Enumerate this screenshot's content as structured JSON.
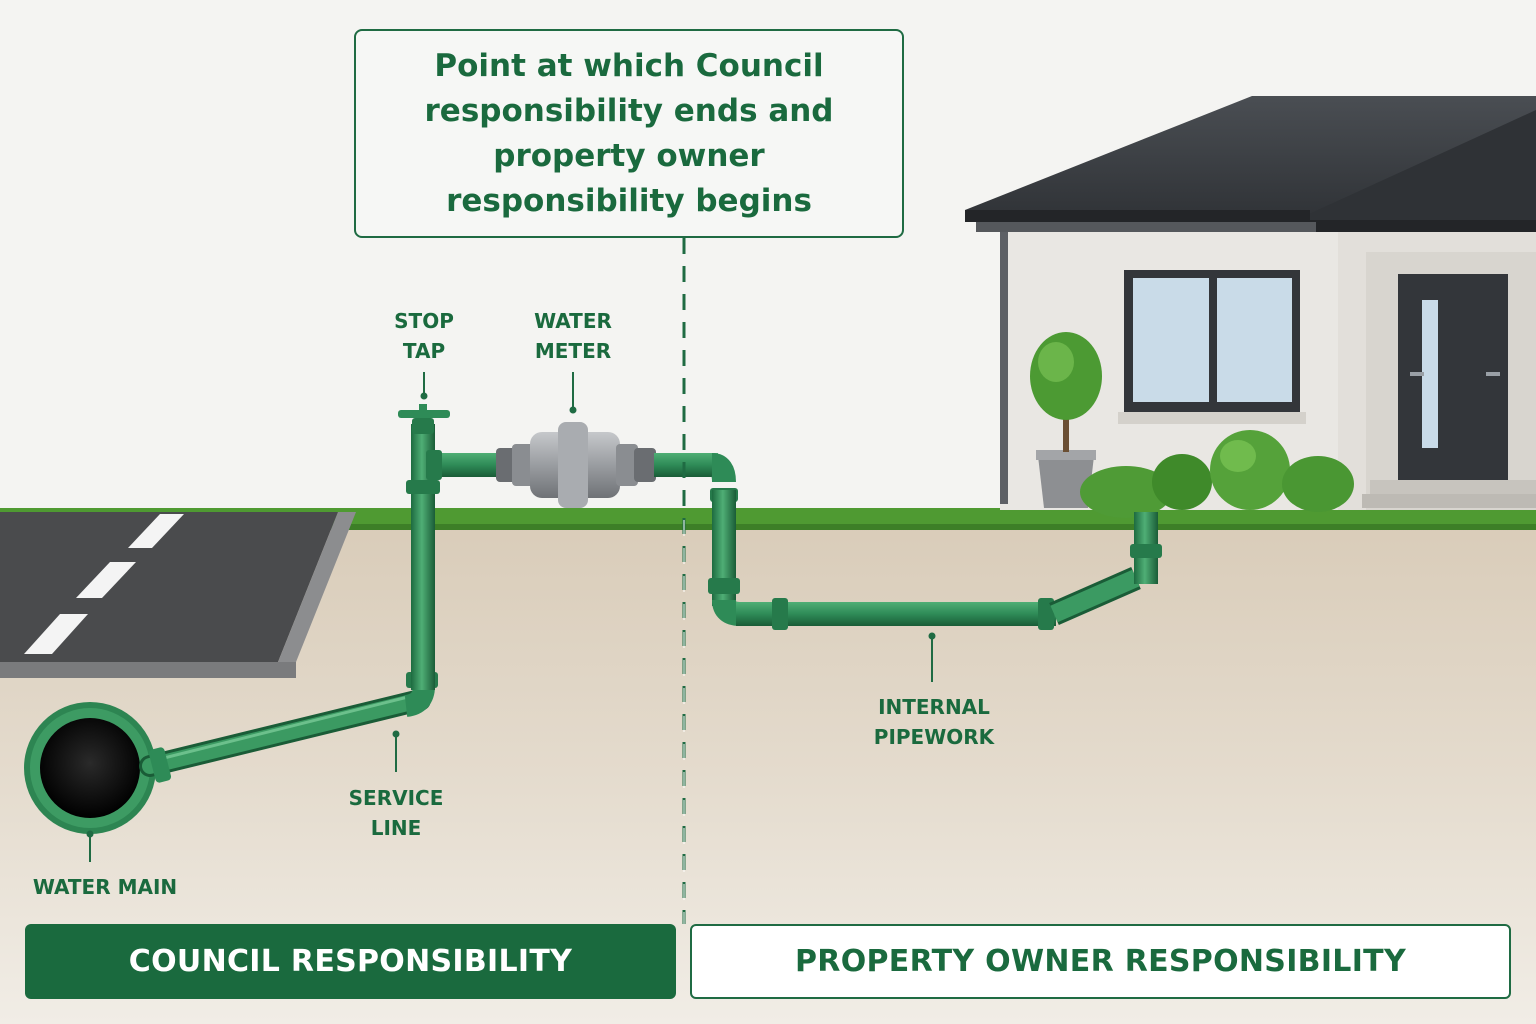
{
  "callout": {
    "text": "Point at which Council responsibility ends and property owner responsibility begins"
  },
  "labels": {
    "stop_tap": "STOP\nTAP",
    "water_meter": "WATER\nMETER",
    "service_line": "SERVICE\nLINE",
    "water_main": "WATER MAIN",
    "internal_pipework": "INTERNAL\nPIPEWORK"
  },
  "bands": {
    "council": "COUNCIL RESPONSIBILITY",
    "property_owner": "PROPERTY OWNER RESPONSIBILITY"
  },
  "colors": {
    "brand_green": "#1a6a3e",
    "pipe_green": "#2e8b57",
    "soil": "#e3d9ca",
    "grass": "#4f9a32",
    "road": "#4a4b4d"
  }
}
